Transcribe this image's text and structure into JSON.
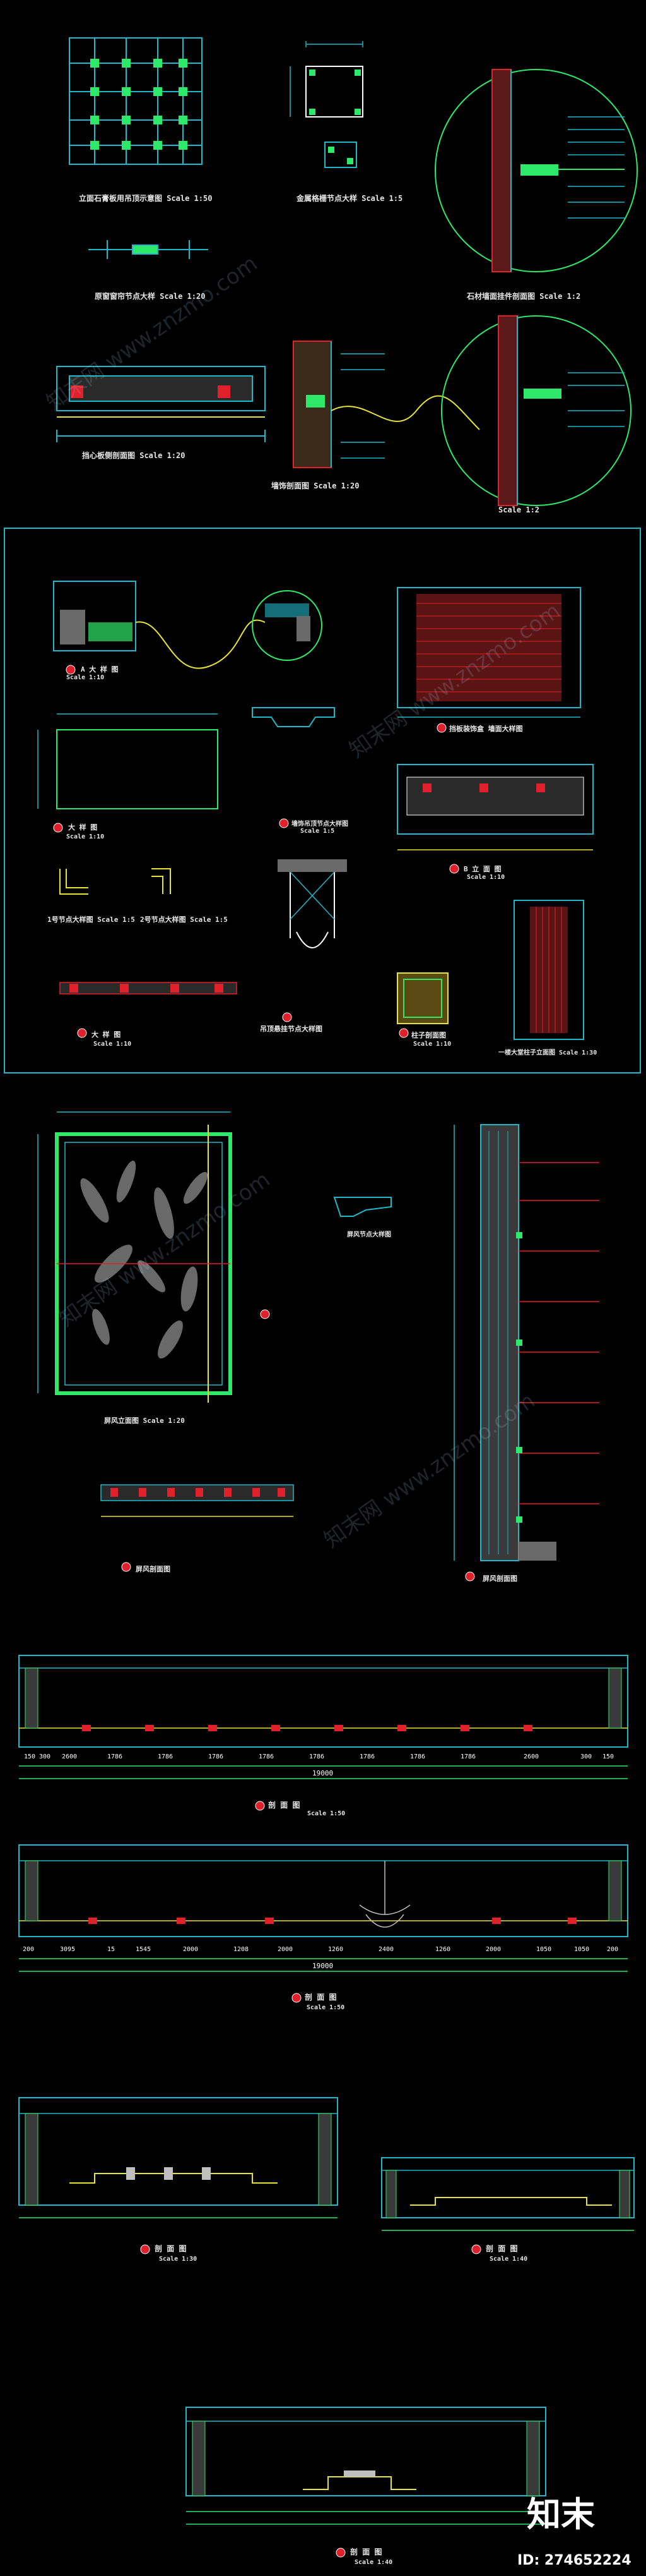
{
  "drawings": {
    "p1": {
      "t1": "立面石膏板用吊顶示意图  Scale 1:50",
      "t2": "金属格栅节点大样  Scale 1:5",
      "t3": "原窗窗帘节点大样  Scale 1:20",
      "t4": "石材墙面挂件剖面图  Scale 1:2",
      "t5": "挡心板侧剖面图  Scale 1:20",
      "t6": "墙饰剖面图  Scale 1:20",
      "t7": "Scale 1:2"
    },
    "p2": {
      "t1": "A 大 样 图",
      "t1s": "Scale 1:10",
      "t2": "挡板装饰盒 墙面大样图",
      "t3": "大 样 图",
      "t3s": "Scale 1:10",
      "t4": "墙饰吊顶节点大样图",
      "t4s": "Scale 1:5",
      "t5": "1号节点大样图  Scale 1:5",
      "t6": "2号节点大样图  Scale 1:5",
      "t7": "B 立 面 图",
      "t7s": "Scale 1:10",
      "t8": "吊顶悬挂节点大样图",
      "t9": "柱子剖面图",
      "t9s": "Scale 1:10",
      "t10": "大 样 图",
      "t10s": "Scale 1:10",
      "t11": "一楼大堂柱子立面图  Scale 1:30"
    },
    "p3": {
      "t1": "屏风立面图  Scale 1:20",
      "t2": "屏风剖面图",
      "t3": "屏风剖面图",
      "t4": "屏风节点大样图"
    },
    "p4": {
      "total": "19000",
      "t1": "剖 面 图",
      "t1s": "Scale 1:50",
      "dims": [
        "150",
        "300",
        "2600",
        "1786",
        "1786",
        "1786",
        "1786",
        "1786",
        "1786",
        "1786",
        "1786",
        "2600",
        "300",
        "150"
      ]
    },
    "p5": {
      "total": "19000",
      "t1": "剖 面 图",
      "t1s": "Scale 1:50",
      "dims": [
        "200",
        "3095",
        "15",
        "1545",
        "2000",
        "1208",
        "2000",
        "1260",
        "2400",
        "1260",
        "2000",
        "1050",
        "1050",
        "200"
      ]
    },
    "p6": {
      "t1": "剖 面 图",
      "t1s": "Scale 1:30",
      "t2": "剖 面 图",
      "t2s": "Scale 1:40"
    },
    "p7": {
      "t1": "剖 面 图",
      "t1s": "Scale 1:40"
    }
  },
  "watermark": "知末网 www.znzmo.com",
  "brand": {
    "name": "知末",
    "id": "ID: 274652224"
  },
  "colors": {
    "cyan": "#1fb7c9",
    "green": "#2ee86a",
    "red": "#e0202a",
    "yellow": "#e8e33a",
    "white": "#ffffff"
  }
}
